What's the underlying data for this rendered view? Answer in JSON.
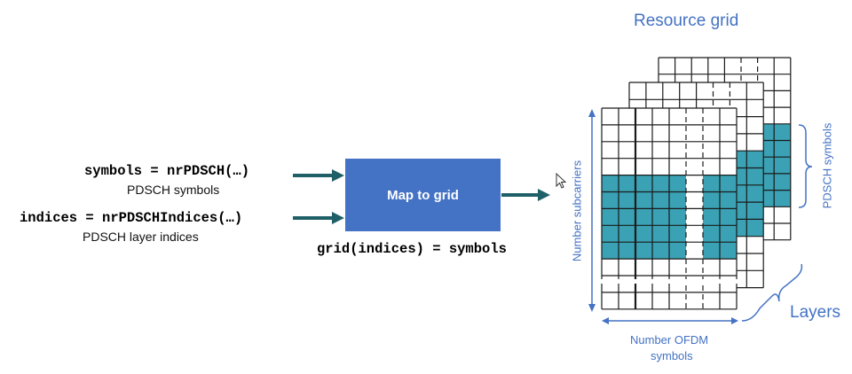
{
  "inputs": [
    {
      "code": "symbols = nrPDSCH(…)",
      "caption": "PDSCH symbols"
    },
    {
      "code": "indices = nrPDSCHIndices(…)",
      "caption": "PDSCH layer indices"
    }
  ],
  "process": {
    "label": "Map to grid",
    "equation": "grid(indices) = symbols"
  },
  "resource_grid": {
    "title": "Resource grid",
    "y_axis_label": "Number subcarriers",
    "x_axis_label_line1": "Number OFDM",
    "x_axis_label_line2": "symbols",
    "pdsch_bracket_label": "PDSCH symbols",
    "layers_label": "Layers",
    "layer_count": 3,
    "columns": 8,
    "pdsch_fill_color": "#3aa2b4",
    "grid_line_color": "#1a1a1a"
  },
  "colors": {
    "box_fill": "#4472c4",
    "arrow": "#1f6068",
    "annotation": "#4472c4"
  },
  "cursor": {
    "icon": "mouse-pointer-icon"
  }
}
